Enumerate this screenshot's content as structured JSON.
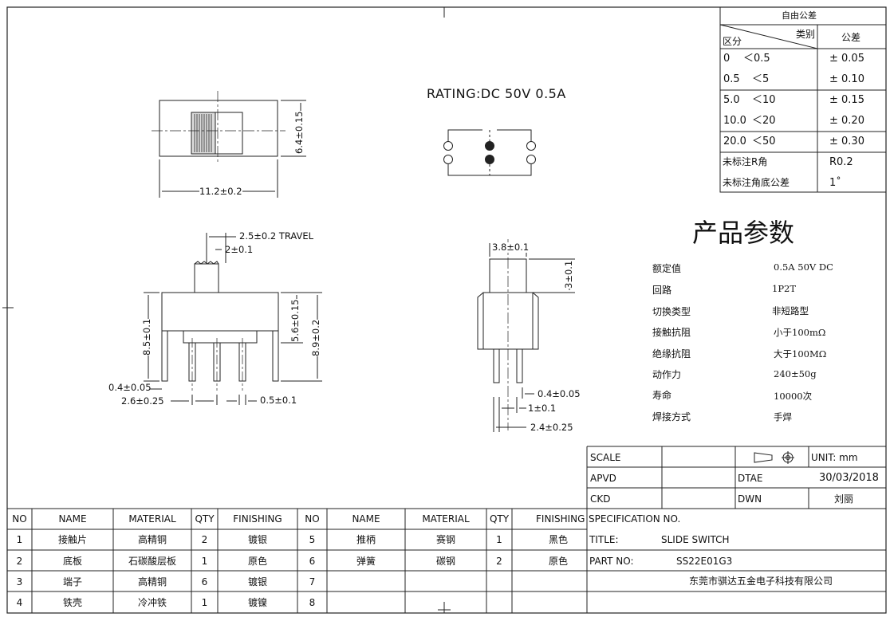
{
  "rating": "RATING:DC  50V  0.5A",
  "product_title": "产品参数",
  "params": [
    {
      "label": "额定值",
      "value": "0.5A  50V  DC"
    },
    {
      "label": "回路",
      "value": "1P2T"
    },
    {
      "label": "切换类型",
      "value": "非短路型"
    },
    {
      "label": "接触抗阻",
      "value": "小于100mΩ"
    },
    {
      "label": "绝缘抗阻",
      "value": "大于100MΩ"
    },
    {
      "label": "动作力",
      "value": "240±50g"
    },
    {
      "label": "寿命",
      "value": "10000次"
    },
    {
      "label": "焊接方式",
      "value": "手焊"
    }
  ],
  "tolerance": {
    "title": "自由公差",
    "header_category": "类别",
    "header_zone": "区分",
    "header_tol": "公差",
    "rows": [
      {
        "range_a": "0",
        "range_b": "＜0.5",
        "tol": "± 0.05"
      },
      {
        "range_a": "0.5",
        "range_b": "＜5",
        "tol": "± 0.10"
      },
      {
        "range_a": "5.0",
        "range_b": "＜10",
        "tol": "± 0.15"
      },
      {
        "range_a": "10.0",
        "range_b": "＜20",
        "tol": "± 0.20"
      },
      {
        "range_a": "20.0",
        "range_b": "＜50",
        "tol": "± 0.30"
      }
    ],
    "r_label": "未标注R角",
    "r_value": "R0.2",
    "angle_label": "未标注角底公差",
    "angle_value": "1˚"
  },
  "dimensions": {
    "top_width": "11.2±0.2",
    "top_height": "6.4±0.15",
    "travel": "2.5±0.2  TRAVEL",
    "knob": "2±0.1",
    "h_85": "8.5±0.1",
    "h_56": "5.6±0.15",
    "h_89": "8.9±0.2",
    "pin_04": "0.4±0.05",
    "pitch": "2.6±0.25",
    "pin_05": "0.5±0.1",
    "side_38": "3.8±0.1",
    "side_3": "3±0.1",
    "side_04": "0.4±0.05",
    "side_1": "1±0.1",
    "side_24": "2.4±0.25"
  },
  "title_block": {
    "scale_label": "SCALE",
    "unit": "UNIT: mm",
    "apvd_label": "APVD",
    "dtae_label": "DTAE",
    "date": "30/03/2018",
    "ckd_label": "CKD",
    "dwn_label": "DWN",
    "dwn_name": "刘丽",
    "spec_no": "SPECIFICATION NO.",
    "title_label": "TITLE:",
    "title_value": "SLIDE  SWITCH",
    "part_label": "PART  NO:",
    "part_value": "SS22E01G3",
    "company": "东莞市骐达五金电子科技有限公司"
  },
  "bom": {
    "headers": [
      "NO",
      "NAME",
      "MATERIAL",
      "QTY",
      "FINISHING",
      "NO",
      "NAME",
      "MATERIAL",
      "QTY",
      "FINISHING"
    ],
    "rows": [
      [
        "1",
        "接触片",
        "高精铜",
        "2",
        "镀银",
        "5",
        "推柄",
        "赛钢",
        "1",
        "黑色"
      ],
      [
        "2",
        "底板",
        "石碳酸层板",
        "1",
        "原色",
        "6",
        "弹簧",
        "碳钢",
        "2",
        "原色"
      ],
      [
        "3",
        "端子",
        "高精铜",
        "6",
        "镀银",
        "7",
        "",
        "",
        "",
        ""
      ],
      [
        "4",
        "铁壳",
        "冷冲铁",
        "1",
        "镀镍",
        "8",
        "",
        "",
        "",
        ""
      ]
    ]
  }
}
